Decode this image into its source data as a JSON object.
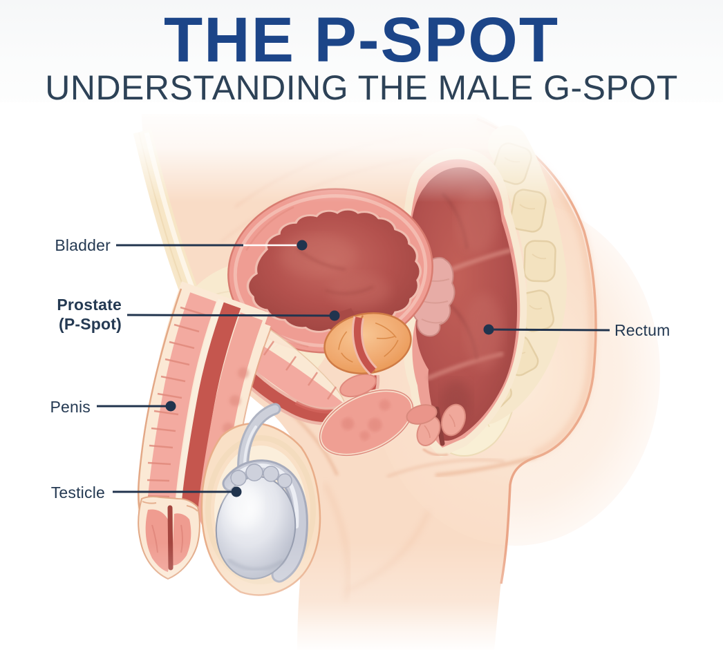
{
  "header": {
    "title": "THE P-SPOT",
    "subtitle": "UNDERSTANDING THE MALE G-SPOT"
  },
  "labels": {
    "bladder": "Bladder",
    "prostate_line1": "Prostate",
    "prostate_line2": "(P-Spot)",
    "penis": "Penis",
    "testicle": "Testicle",
    "rectum": "Rectum"
  },
  "colors": {
    "title_blue": "#1c4588",
    "subtitle_navy": "#2d4257",
    "label_navy": "#243952",
    "leader_line": "#21344e",
    "skin": "#f9dcc6",
    "organ_red": "#b2514e",
    "wall_pink": "#ef9d93",
    "prostate_orange": "#eb9a5f",
    "testicle_gray": "#c3c7d4",
    "bone_cream": "#f3e2bf"
  }
}
